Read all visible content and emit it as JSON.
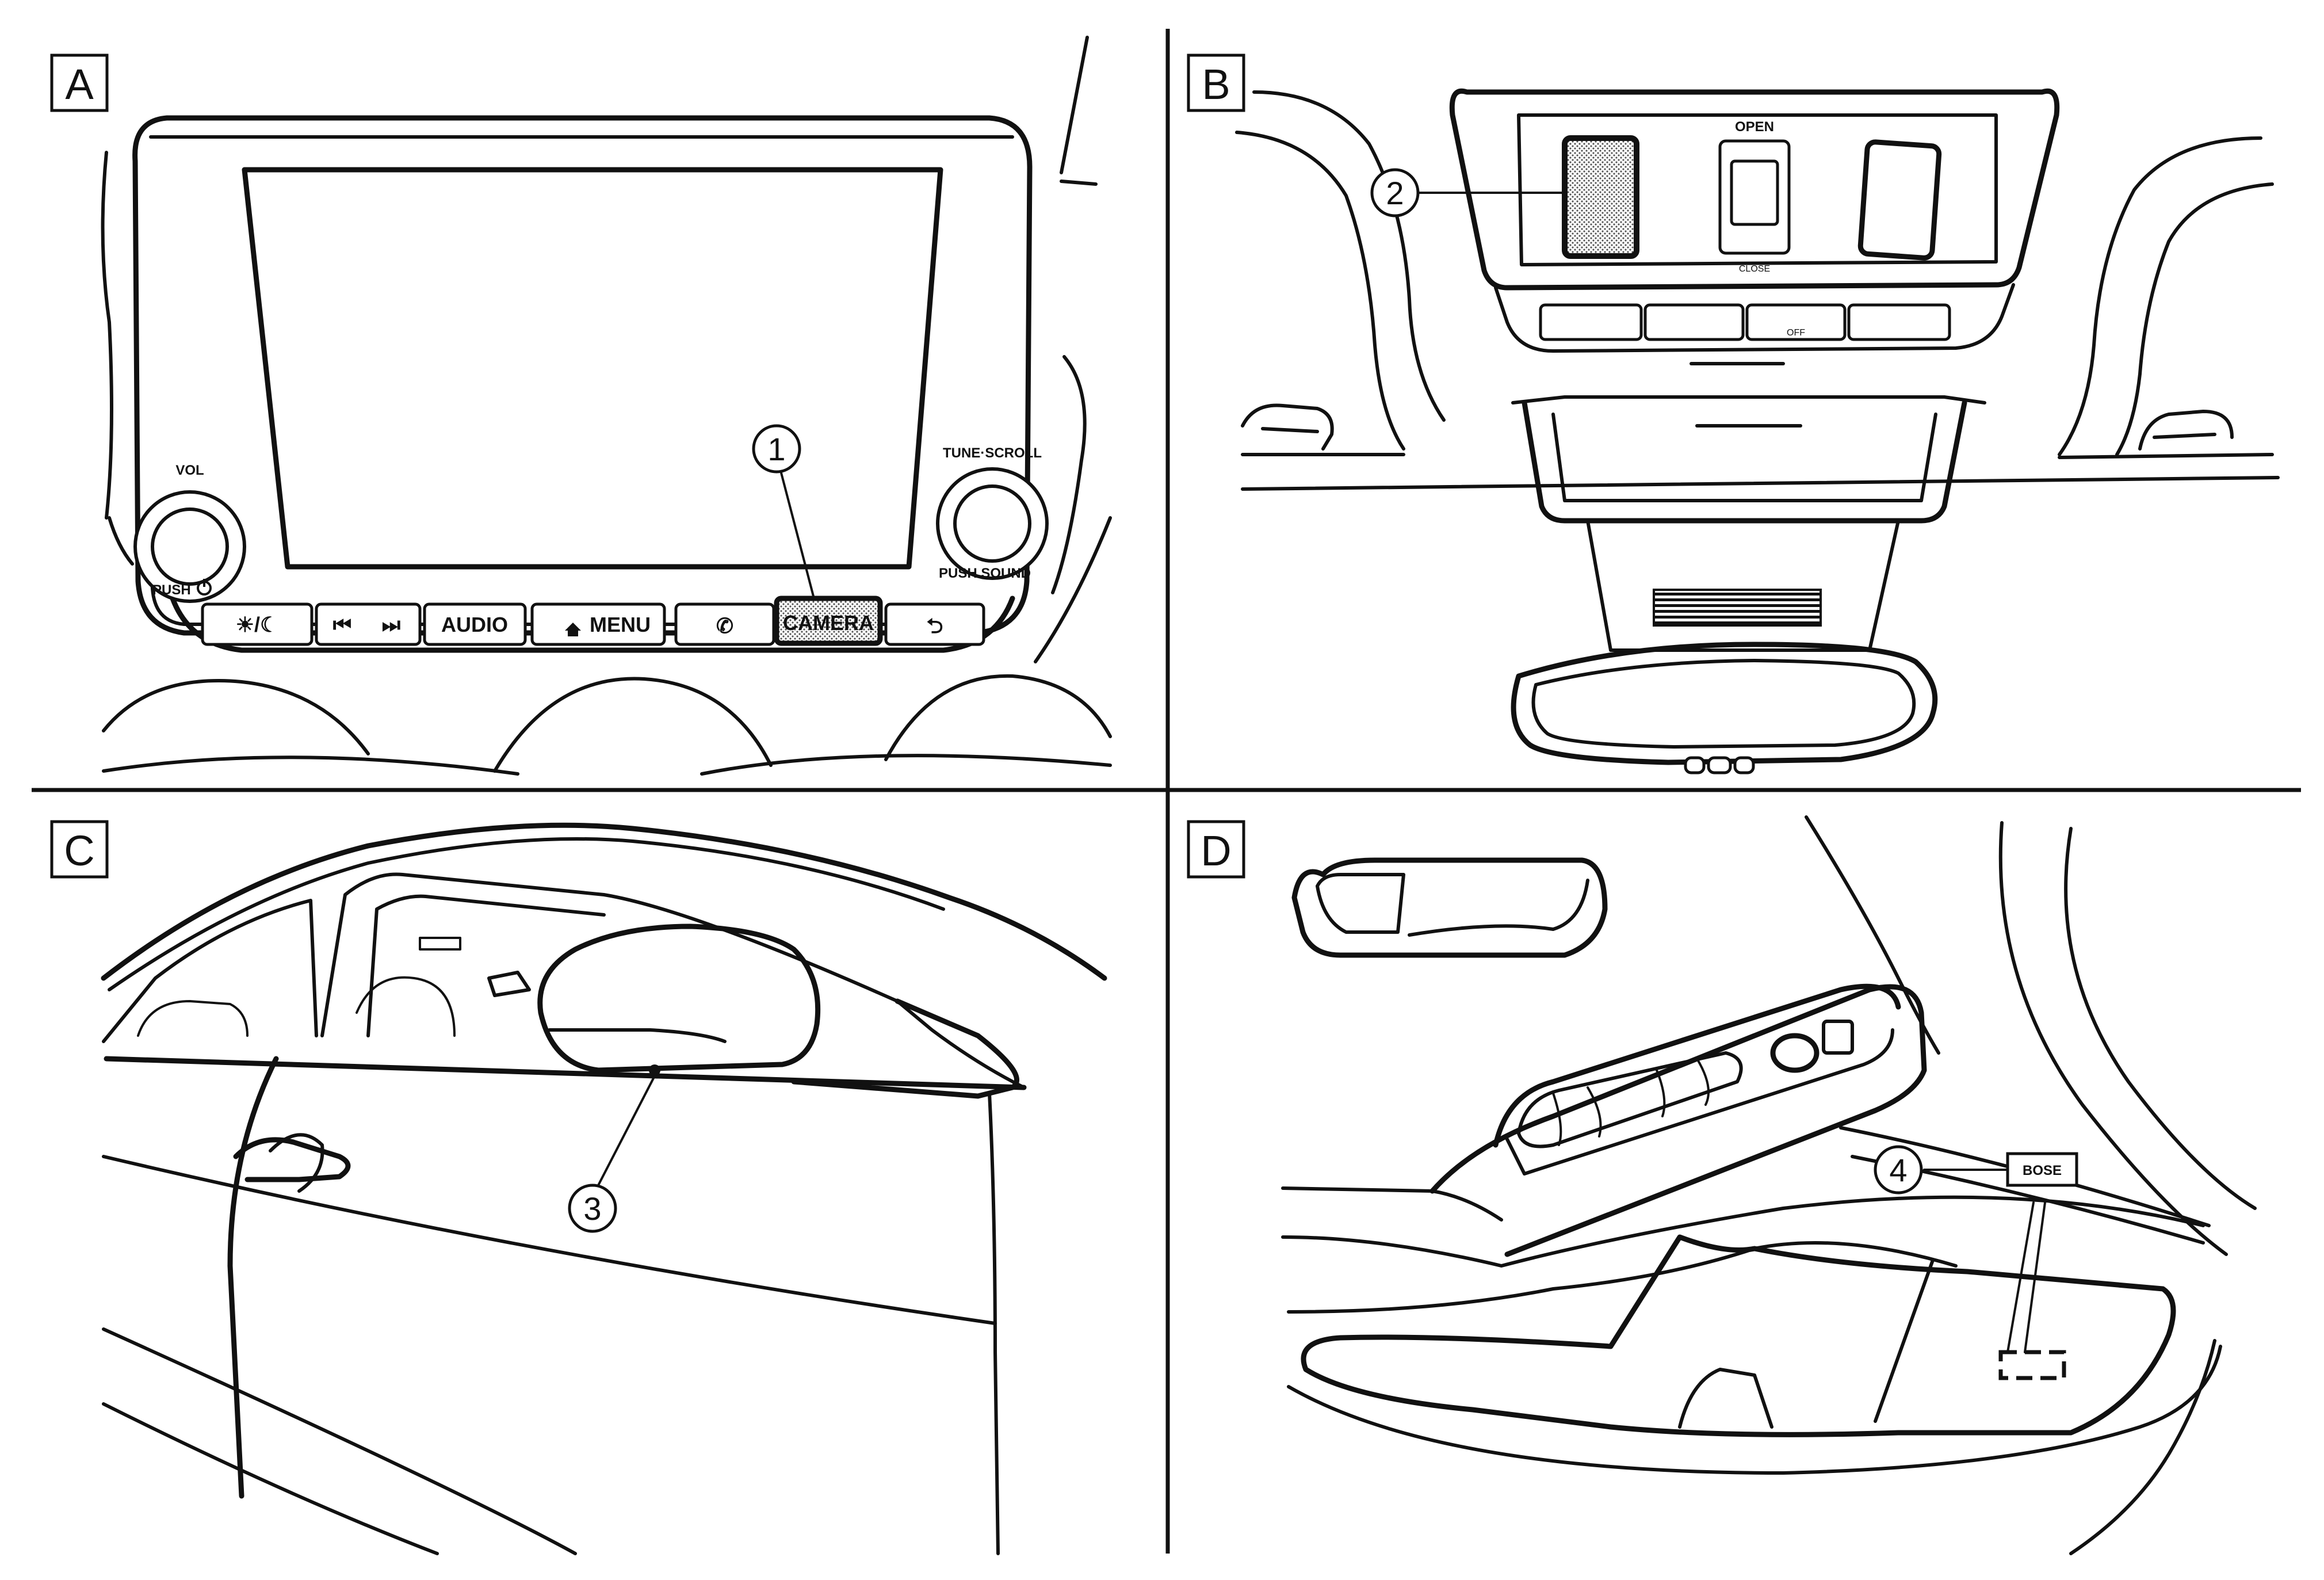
{
  "panels": [
    {
      "id": "A",
      "letter": "A"
    },
    {
      "id": "B",
      "letter": "B"
    },
    {
      "id": "C",
      "letter": "C"
    },
    {
      "id": "D",
      "letter": "D"
    }
  ],
  "panel_a": {
    "vol_label": "VOL",
    "push_label": "PUSH",
    "tune_label": "TUNE·SCROLL",
    "push_sound_label": "PUSH SOUND",
    "buttons": {
      "day_night": "☀/☾",
      "prev": "⏮",
      "next": "⏭",
      "audio": "AUDIO",
      "menu": "MENU",
      "phone": "✆",
      "camera": "CAMERA",
      "back": "⮌"
    },
    "callout": "1"
  },
  "panel_b": {
    "open_label": "OPEN",
    "close_label": "CLOSE",
    "off_label": "OFF",
    "callout": "2"
  },
  "panel_c": {
    "callout": "3"
  },
  "panel_d": {
    "bose_label": "BOSE",
    "callout": "4"
  },
  "colors": {
    "line": "#111111",
    "background": "#ffffff",
    "highlight_fill": "#cfcfcf"
  },
  "icons": [
    "home-icon",
    "phone-icon",
    "back-icon",
    "day-night-icon",
    "skip-back-icon",
    "skip-forward-icon",
    "power-icon"
  ]
}
